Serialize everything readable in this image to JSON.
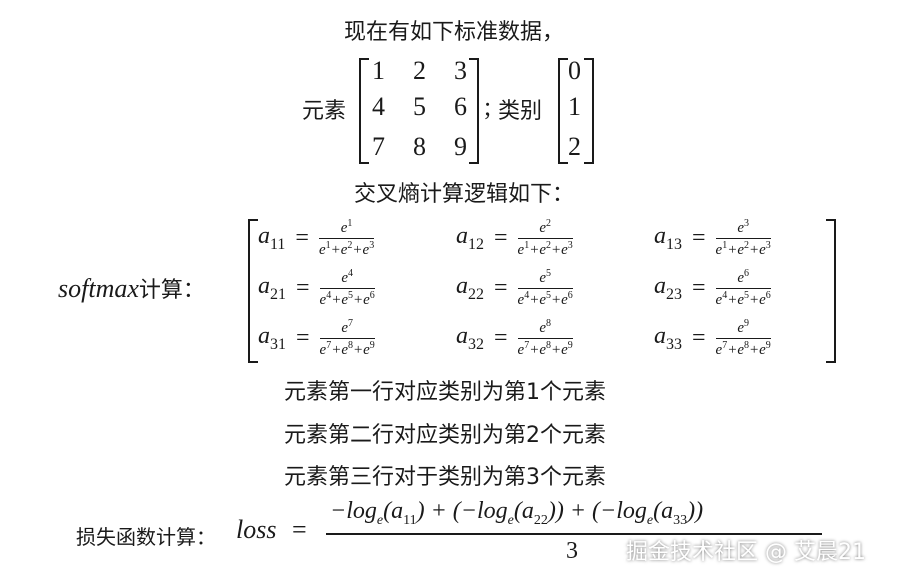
{
  "intro": "现在有如下标准数据，",
  "matrix_label": "元素",
  "separator": ";",
  "class_label": "类别",
  "matrix": [
    [
      "1",
      "2",
      "3"
    ],
    [
      "4",
      "5",
      "6"
    ],
    [
      "7",
      "8",
      "9"
    ]
  ],
  "classes": [
    "0",
    "1",
    "2"
  ],
  "ce_title": "交叉熵计算逻辑如下：",
  "softmax_label": "softmax",
  "softmax_suffix": "计算：",
  "softmax_cells": [
    [
      {
        "sub": "11",
        "num": "1",
        "den": [
          "1",
          "2",
          "3"
        ]
      },
      {
        "sub": "12",
        "num": "2",
        "den": [
          "1",
          "2",
          "3"
        ]
      },
      {
        "sub": "13",
        "num": "3",
        "den": [
          "1",
          "2",
          "3"
        ]
      }
    ],
    [
      {
        "sub": "21",
        "num": "4",
        "den": [
          "4",
          "5",
          "6"
        ]
      },
      {
        "sub": "22",
        "num": "5",
        "den": [
          "4",
          "5",
          "6"
        ]
      },
      {
        "sub": "23",
        "num": "6",
        "den": [
          "4",
          "5",
          "6"
        ]
      }
    ],
    [
      {
        "sub": "31",
        "num": "7",
        "den": [
          "7",
          "8",
          "9"
        ]
      },
      {
        "sub": "32",
        "num": "8",
        "den": [
          "7",
          "8",
          "9"
        ]
      },
      {
        "sub": "33",
        "num": "9",
        "den": [
          "7",
          "8",
          "9"
        ]
      }
    ]
  ],
  "rows_text": [
    "元素第一行对应类别为第1个元素",
    "元素第二行对应类别为第2个元素",
    "元素第三行对于类别为第3个元素"
  ],
  "loss_label": "损失函数计算：",
  "loss_var": "loss",
  "loss_numerator": "−log_e(a_11) + (−log_e(a_22)) + (−log_e(a_33))",
  "loss_denominator": "3",
  "watermark": "掘金技术社区 @ 艾晨21"
}
